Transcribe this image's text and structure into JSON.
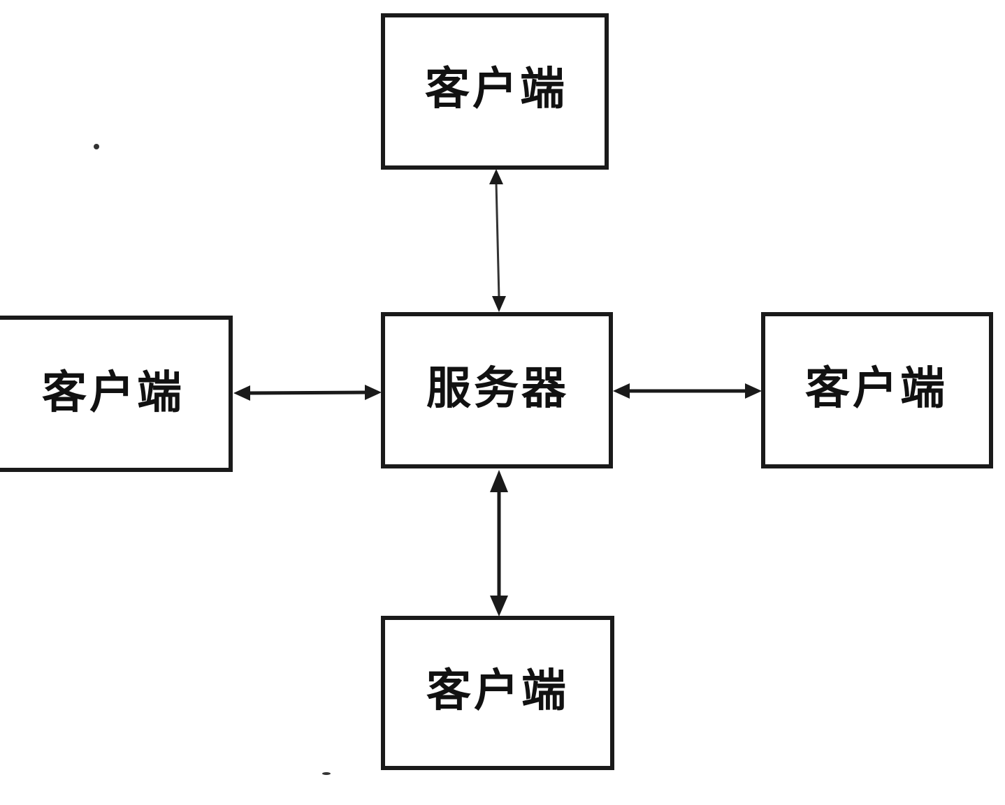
{
  "nodes": {
    "server": {
      "label": "服务器"
    },
    "client_top": {
      "label": "客户端"
    },
    "client_left": {
      "label": "客户端"
    },
    "client_right": {
      "label": "客户端"
    },
    "client_bottom": {
      "label": "客户端"
    }
  },
  "connections": [
    {
      "from": "client_top",
      "to": "server",
      "direction": "bidirectional"
    },
    {
      "from": "client_left",
      "to": "server",
      "direction": "bidirectional"
    },
    {
      "from": "server",
      "to": "client_right",
      "direction": "bidirectional"
    },
    {
      "from": "server",
      "to": "client_bottom",
      "direction": "bidirectional"
    }
  ],
  "colors": {
    "stroke": "#1a1a1a",
    "background": "#ffffff",
    "text": "#111111"
  }
}
